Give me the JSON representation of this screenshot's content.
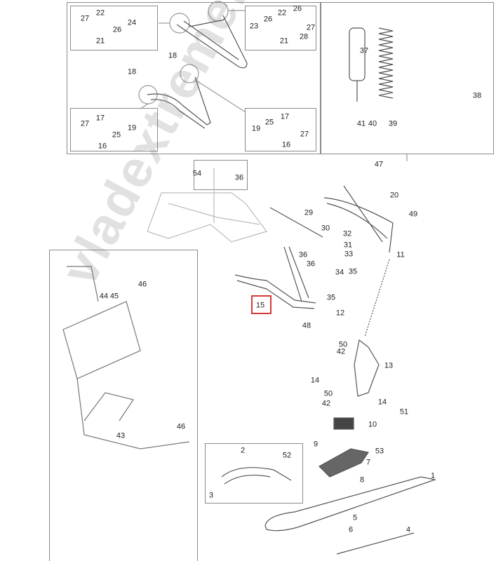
{
  "diagram": {
    "highlighted_part": "15",
    "highlight_color": "#d23a3a",
    "watermark": "vladextremelife.ru",
    "callouts": {
      "b1": [
        "27",
        "22",
        "24",
        "26",
        "21"
      ],
      "b2": [
        "23",
        "26",
        "22",
        "26",
        "27",
        "28",
        "21"
      ],
      "top": [
        "18",
        "18"
      ],
      "b3": [
        "27",
        "17",
        "19",
        "25",
        "16"
      ],
      "b4": [
        "19",
        "25",
        "17",
        "27",
        "16"
      ],
      "shock": [
        "37",
        "38",
        "41",
        "40",
        "39",
        "47"
      ],
      "link": [
        "54",
        "36"
      ],
      "main": [
        "20",
        "49",
        "29",
        "30",
        "32",
        "31",
        "33",
        "36",
        "11",
        "36",
        "34",
        "35",
        "35",
        "15",
        "12",
        "48",
        "50",
        "42",
        "13",
        "14",
        "50",
        "42",
        "14",
        "51",
        "10"
      ],
      "left": [
        "46",
        "44",
        "45",
        "46",
        "43"
      ],
      "ski": [
        "9",
        "53",
        "7",
        "8",
        "1",
        "5",
        "6",
        "4",
        "2",
        "52",
        "3"
      ]
    }
  }
}
